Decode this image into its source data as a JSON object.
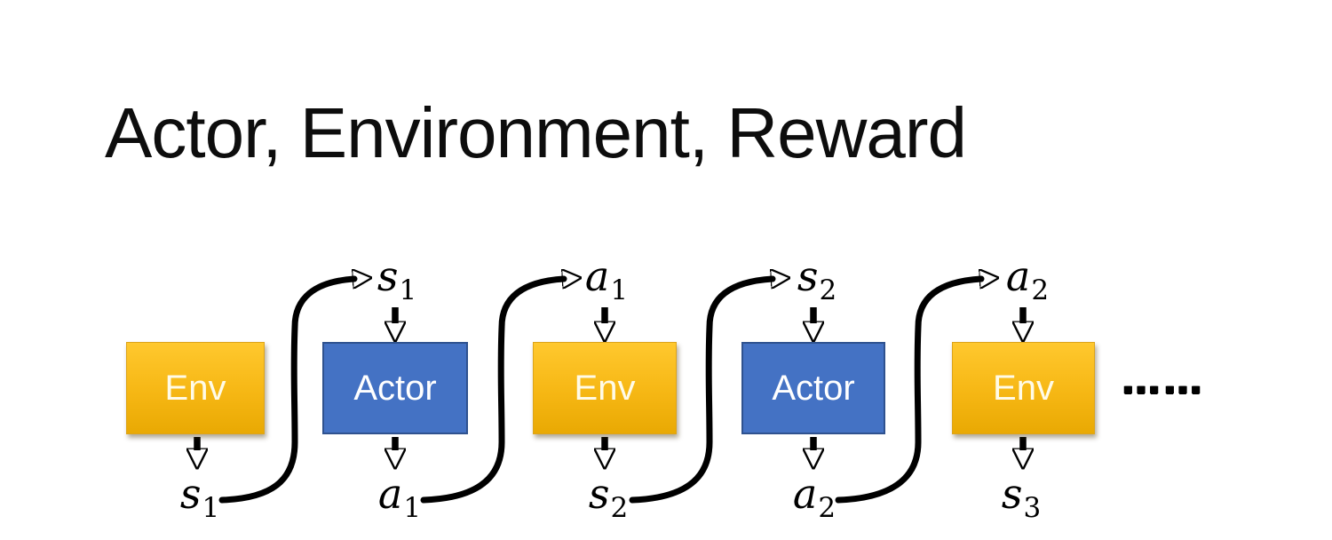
{
  "slide": {
    "title": "Actor, Environment, Reward",
    "ellipsis": "……"
  },
  "colors": {
    "background": "#FFFFFF",
    "title_color": "#0D0D0D",
    "arrow": "#000000",
    "env_fill_top": "#FFC82E",
    "env_fill_bottom": "#E9A903",
    "env_border": "#DCA41C",
    "env_text": "#FFFBE8",
    "actor_fill": "#4472C4",
    "actor_border": "#2F528F",
    "actor_text": "#FFFFFF"
  },
  "diagram": {
    "boxes": [
      {
        "kind": "env",
        "label": "Env"
      },
      {
        "kind": "actor",
        "label": "Actor"
      },
      {
        "kind": "env",
        "label": "Env"
      },
      {
        "kind": "actor",
        "label": "Actor"
      },
      {
        "kind": "env",
        "label": "Env"
      }
    ],
    "top_labels": [
      {
        "base": "s",
        "sub": "1"
      },
      {
        "base": "a",
        "sub": "1"
      },
      {
        "base": "s",
        "sub": "2"
      },
      {
        "base": "a",
        "sub": "2"
      }
    ],
    "bottom_labels": [
      {
        "base": "s",
        "sub": "1"
      },
      {
        "base": "a",
        "sub": "1"
      },
      {
        "base": "s",
        "sub": "2"
      },
      {
        "base": "a",
        "sub": "2"
      },
      {
        "base": "s",
        "sub": "3"
      }
    ]
  }
}
